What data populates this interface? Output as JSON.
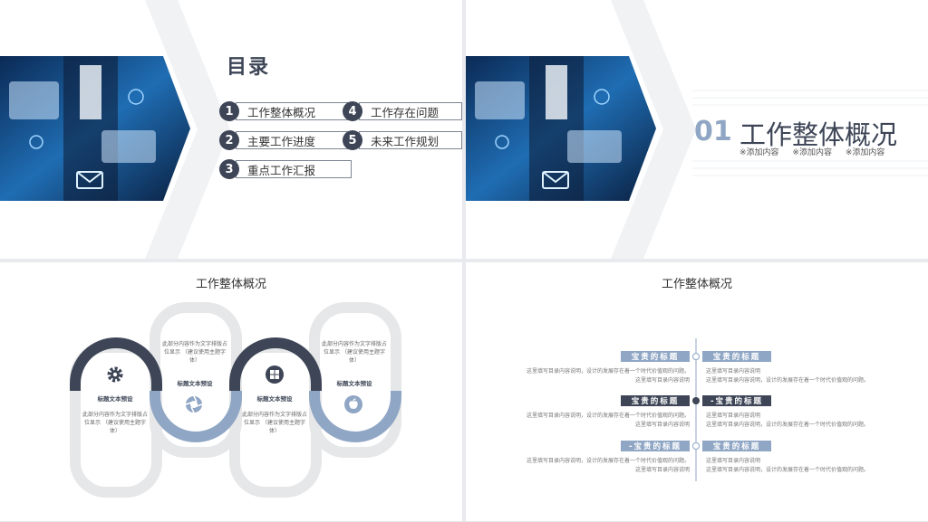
{
  "slide1": {
    "title": "目录",
    "items": [
      {
        "num": "1",
        "label": "工作整体概况"
      },
      {
        "num": "2",
        "label": "主要工作进度"
      },
      {
        "num": "3",
        "label": "重点工作汇报"
      },
      {
        "num": "4",
        "label": "工作存在问题"
      },
      {
        "num": "5",
        "label": "未来工作规划"
      }
    ]
  },
  "slide2": {
    "number": "01",
    "title": "工作整体概况",
    "subs": [
      "※添加内容",
      "※添加内容",
      "※添加内容"
    ]
  },
  "slide3": {
    "title": "工作整体概况",
    "blocks": [
      {
        "title": "标题文本预设",
        "text": "此部分内容作为文字排版占位显示 （建议使用主题字体）",
        "icon": "gear-icon"
      },
      {
        "title": "标题文本预设",
        "text": "此部分内容作为文字排版占位显示 （建议使用主题字体）",
        "icon": "aperture-icon"
      },
      {
        "title": "标题文本预设",
        "text": "此部分内容作为文字排版占位显示 （建议使用主题字体）",
        "icon": "windows-icon"
      },
      {
        "title": "标题文本预设",
        "text": "此部分内容作为文字排版占位显示 （建议使用主题字体）",
        "icon": "apple-icon"
      }
    ]
  },
  "slide4": {
    "title": "工作整体概况",
    "left": [
      {
        "label": "宝贵的标题",
        "line1": "这里填写目录内容说明，设计的发展存在着一个时代价值观的问题。",
        "line2": "这里填写目录内容说明"
      },
      {
        "label": "宝贵的标题",
        "line1": "这里填写目录内容说明，设计的发展存在着一个时代价值观的问题。",
        "line2": "这里填写目录内容说明"
      },
      {
        "label": "-宝贵的标题",
        "line1": "这里填写目录内容说明，设计的发展存在着一个时代价值观的问题。",
        "line2": "这里填写目录内容说明"
      }
    ],
    "right": [
      {
        "label": "宝贵的标题",
        "line1": "这里填写目录内容说明，设计的发展存在着一个时代价值观的问题。",
        "line2": "这里填写目录内容说明"
      },
      {
        "label": "-宝贵的标题",
        "line1": "这里填写目录内容说明，设计的发展存在着一个时代价值观的问题。",
        "line2": "这里填写目录内容说明"
      },
      {
        "label": "宝贵的标题",
        "line1": "这里填写目录内容说明，设计的发展存在着一个时代价值观的问题。",
        "line2": "这里填写目录内容说明"
      }
    ]
  },
  "colors": {
    "dark": "#3d4556",
    "accent": "#8fa6c4",
    "light": "#e6e7e8"
  }
}
